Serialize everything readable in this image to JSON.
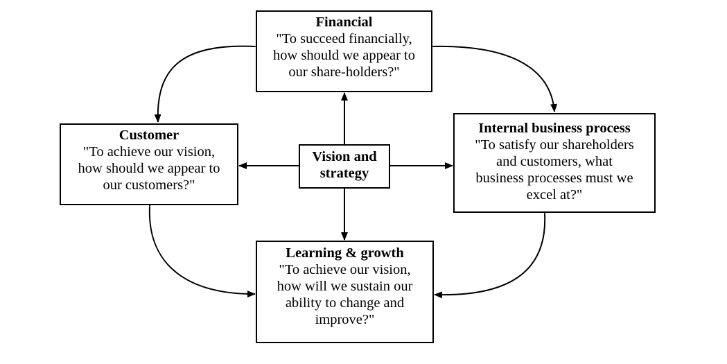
{
  "diagram": {
    "center": {
      "lines": [
        "Vision and",
        "strategy"
      ]
    },
    "financial": {
      "title": "Financial",
      "lines": [
        "\"To succeed financially,",
        "how should we appear to",
        "our share-holders?\""
      ]
    },
    "customer": {
      "title": "Customer",
      "lines": [
        "\"To achieve our vision,",
        "how should we appear to",
        "our customers?\""
      ]
    },
    "internal": {
      "title": "Internal business process",
      "lines": [
        "\"To satisfy our shareholders",
        "and customers, what",
        "business processes must we",
        "excel at?\""
      ]
    },
    "learning": {
      "title": "Learning & growth",
      "lines": [
        "\"To achieve our vision,",
        "how will we sustain our",
        "ability to change and",
        "improve?\""
      ]
    }
  },
  "colors": {
    "stroke": "#000000",
    "background": "#ffffff"
  }
}
